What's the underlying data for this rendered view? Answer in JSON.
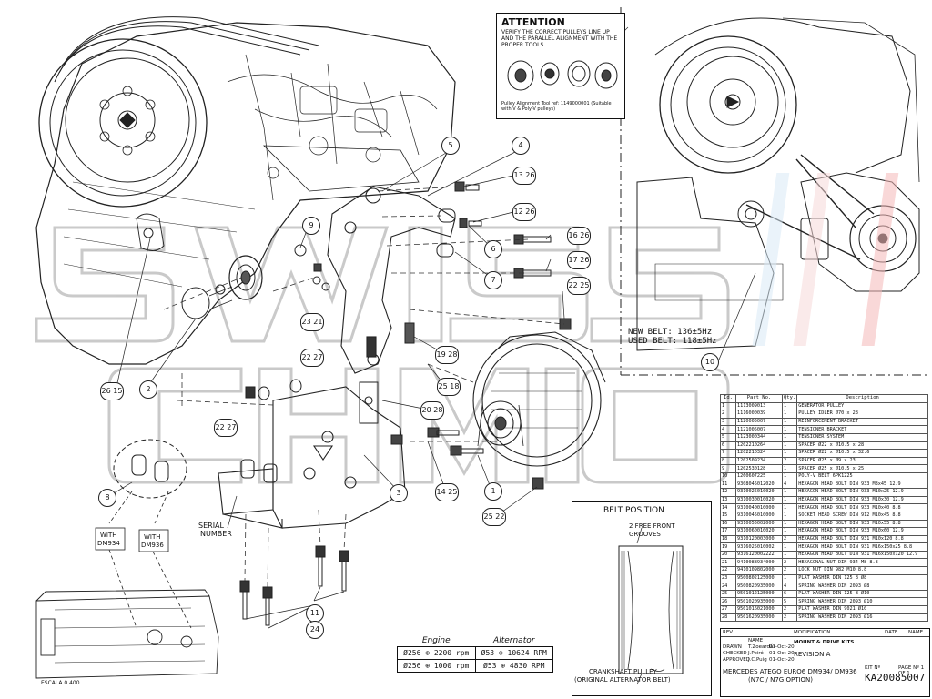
{
  "attention": {
    "title": "ATTENTION",
    "body": "VERIFY THE CORRECT PULLEYS LINE UP AND THE PARALLEL ALIGNMENT WITH THE PROPER TOOLS",
    "tool_note": "Pulley Alignment Tool ref: 1149000001 (Suitable with V & Poly-V pulleys)"
  },
  "belt_tension": {
    "new": "NEW BELT: 136±5Hz",
    "used": "USED BELT: 118±5Hz"
  },
  "labels": {
    "serial_number_1": "SERIAL",
    "serial_number_2": "NUMBER",
    "with_1": "WITH",
    "dm934": "DM934",
    "with_2": "WITH",
    "dm936": "DM936",
    "escala": "ESCALA 0.400",
    "belt_position": "BELT POSITION",
    "grooves_1": "2 FREE FRONT",
    "grooves_2": "GROOVES",
    "crank_1": "CRANKSHAFT PULLEY",
    "crank_2": "(ORIGINAL ALTERNATOR BELT)"
  },
  "callouts": [
    {
      "id": "c1",
      "text": "1"
    },
    {
      "id": "c2",
      "text": "2"
    },
    {
      "id": "c3",
      "text": "3"
    },
    {
      "id": "c4",
      "text": "4"
    },
    {
      "id": "c5",
      "text": "5"
    },
    {
      "id": "c6",
      "text": "6"
    },
    {
      "id": "c7",
      "text": "7"
    },
    {
      "id": "c8",
      "text": "8"
    },
    {
      "id": "c9",
      "text": "9"
    },
    {
      "id": "c10",
      "text": "10"
    },
    {
      "id": "c11",
      "text": "11"
    },
    {
      "id": "c24",
      "text": "24"
    },
    {
      "id": "c1326",
      "text": "13 26"
    },
    {
      "id": "c1226",
      "text": "12 26"
    },
    {
      "id": "c1626",
      "text": "16 26"
    },
    {
      "id": "c1726",
      "text": "17 26"
    },
    {
      "id": "c2225",
      "text": "22 25"
    },
    {
      "id": "c1928",
      "text": "19 28"
    },
    {
      "id": "c2518",
      "text": "25 18"
    },
    {
      "id": "c2028",
      "text": "20 28"
    },
    {
      "id": "c1425",
      "text": "14 25"
    },
    {
      "id": "c2522",
      "text": "25 22"
    },
    {
      "id": "c2615",
      "text": "26 15"
    },
    {
      "id": "c2227",
      "text": "22 27"
    },
    {
      "id": "c2321",
      "text": "23 21"
    },
    {
      "id": "c2227b",
      "text": "22 27"
    }
  ],
  "speed_table": {
    "headers": [
      "Engine",
      "Alternator"
    ],
    "rows": [
      [
        "Ø256 ⊕ 2200 rpm",
        "Ø53 ⊕ 10624 RPM"
      ],
      [
        "Ø256 ⊕ 1000 rpm",
        "Ø53 ⊕ 4830 RPM"
      ]
    ]
  },
  "parts_table": {
    "headers": [
      "Id.",
      "Part No.",
      "Qty.",
      "Description"
    ],
    "rows": [
      [
        "1",
        "1113009013",
        "1",
        "GENERATOR PULLEY"
      ],
      [
        "2",
        "1116000039",
        "1",
        "PULLEY IDLER Ø70 x 28"
      ],
      [
        "3",
        "1120005007",
        "1",
        "REINFORCEMENT BRACKET"
      ],
      [
        "4",
        "1121005007",
        "1",
        "TENSIONER BRACKET"
      ],
      [
        "5",
        "1123000344",
        "1",
        "TENSIONER SYSTEM"
      ],
      [
        "6",
        "1202210264",
        "1",
        "SPACER Ø22 x Ø10.5 x 28"
      ],
      [
        "7",
        "1202210324",
        "1",
        "SPACER Ø22 x Ø10.5 x 32.6"
      ],
      [
        "8",
        "1202509234",
        "2",
        "SPACER Ø25 x Ø9 x 23"
      ],
      [
        "9",
        "1202530128",
        "1",
        "SPACER Ø25 x Ø10.5 x 25"
      ],
      [
        "10",
        "1260607225",
        "1",
        "POLY-V BELT 6PK1225"
      ],
      [
        "11",
        "9308045012020",
        "4",
        "HEXAGON HEAD BOLT DIN 933 M8x45 12.9"
      ],
      [
        "12",
        "9310025010020",
        "1",
        "HEXAGON HEAD BOLT DIN 933 M10x25 12.9"
      ],
      [
        "13",
        "9310030010020",
        "1",
        "HEXAGON HEAD BOLT DIN 933 M10x30 12.9"
      ],
      [
        "14",
        "9310040010000",
        "1",
        "HEXAGON HEAD BOLT DIN 933 M10x40 8.8"
      ],
      [
        "15",
        "9310045010000",
        "1",
        "SOCKET HEAD SCREW DIN 912 M10x45 8.8"
      ],
      [
        "16",
        "9310055002000",
        "1",
        "HEXAGON HEAD BOLT DIN 933 M10x55 8.8"
      ],
      [
        "17",
        "9310060010020",
        "1",
        "HEXAGON HEAD BOLT DIN 933 M10x60 12.9"
      ],
      [
        "18",
        "9310120003000",
        "2",
        "HEXAGON HEAD BOLT DIN 931 M10x120 8.8"
      ],
      [
        "19",
        "9316025010002",
        "1",
        "HEXAGON HEAD BOLT DIN 931 M16x150x25 8.8"
      ],
      [
        "20",
        "9316120002222",
        "1",
        "HEXAGON HEAD BOLT DIN 931 M16x150x120 12.9"
      ],
      [
        "21",
        "9410088934000",
        "2",
        "HEXAGONAL NUT DIN 934 M8 8.8"
      ],
      [
        "22",
        "9410109802000",
        "2",
        "LOCK NUT DIN 982 M10 8.8"
      ],
      [
        "23",
        "9500802125000",
        "1",
        "PLAT WASHER DIN 125 B Ø8"
      ],
      [
        "24",
        "9500820935000",
        "4",
        "SPRING WASHER DIN 2093 Ø8"
      ],
      [
        "25",
        "9501012125000",
        "6",
        "PLAT WASHER DIN 125 B Ø10"
      ],
      [
        "26",
        "9501020935000",
        "5",
        "SPRING WASHER DIN 2093 Ø10"
      ],
      [
        "27",
        "9501016021000",
        "2",
        "PLAT WASHER DIN 9021 Ø10"
      ],
      [
        "28",
        "9501620935000",
        "2",
        "SPRING WASHER DIN 2093 Ø16"
      ]
    ]
  },
  "title_block": {
    "rev": "REV",
    "modification": "MODIFICATION",
    "date": "DATE",
    "name": "NAME",
    "drawn": "DRAWN",
    "drawn_name": "T.Zoeardás",
    "drawn_date": "01-Oct-20",
    "checked": "CHECKED",
    "checked_name": "J.Peiró",
    "checked_date": "01-Oct-20",
    "approved": "APPROVED",
    "approved_name": "J.C.Puig",
    "approved_date": "01-Oct-20",
    "kit_type": "MOUNT & DRIVE KITS",
    "revision": "REVISION  A",
    "description_1": "MERCEDES ATEGO EURO6 DM934/ DM936",
    "description_2": "(N7C / N7G OPTION)",
    "kit_no_label": "KIT Nº",
    "kit_no": "KA20085007",
    "page": "PAGE Nº 1 OF 1"
  }
}
